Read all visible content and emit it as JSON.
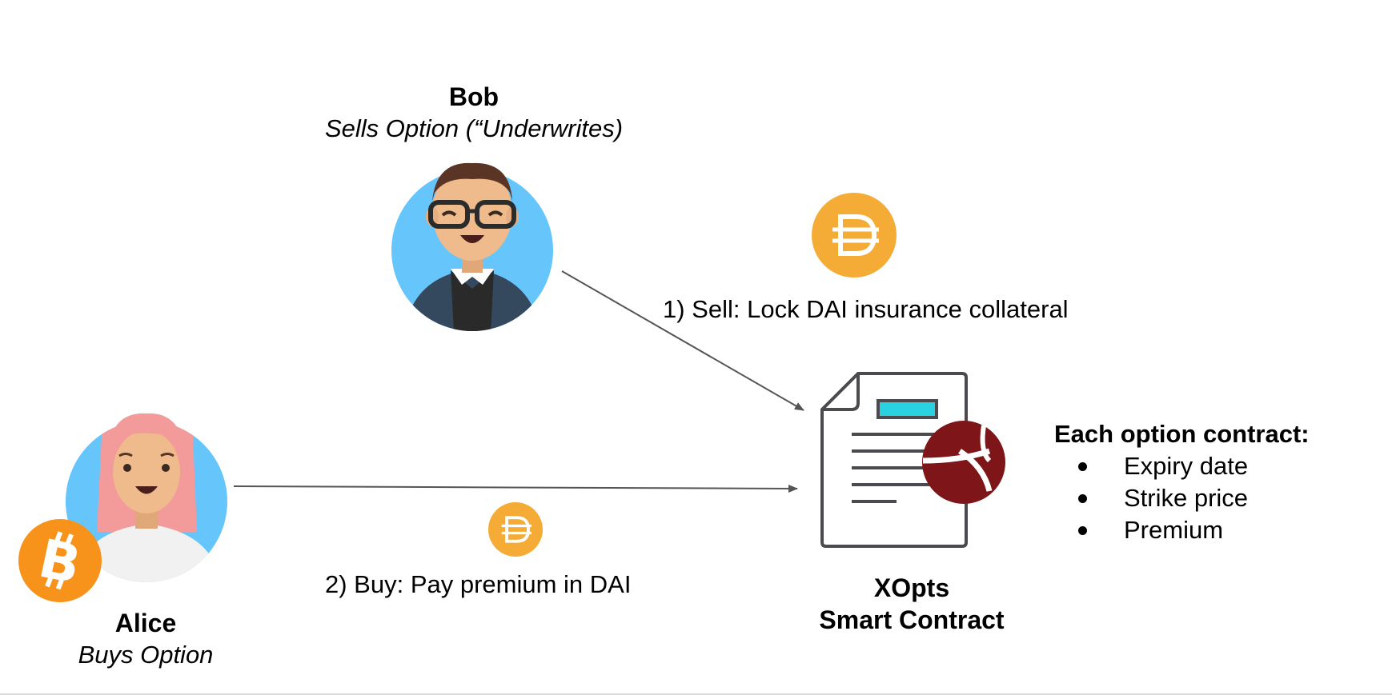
{
  "bob": {
    "name": "Bob",
    "role": "Sells Option (“Underwrites)"
  },
  "alice": {
    "name": "Alice",
    "role": "Buys Option"
  },
  "steps": {
    "sell": "1) Sell: Lock DAI insurance collateral",
    "buy": "2) Buy: Pay premium in DAI"
  },
  "contract": {
    "line1": "XOpts",
    "line2": "Smart Contract"
  },
  "info": {
    "title": "Each option contract:",
    "items": [
      "Expiry date",
      "Strike price",
      "Premium"
    ]
  },
  "icons": {
    "bob_avatar": "man-with-glasses-avatar",
    "alice_avatar": "woman-pink-hair-avatar",
    "bitcoin": "bitcoin-icon",
    "dai": "dai-icon",
    "contract": "document-icon",
    "xopts_logo": "xopts-logo-icon"
  },
  "colors": {
    "avatar_bg": "#66c5fb",
    "dai": "#f5ac37",
    "bitcoin": "#f7931a",
    "xopts": "#7e1518",
    "document_stroke": "#4a4a4f",
    "document_accent": "#2ad2df",
    "arrow": "#555555"
  }
}
